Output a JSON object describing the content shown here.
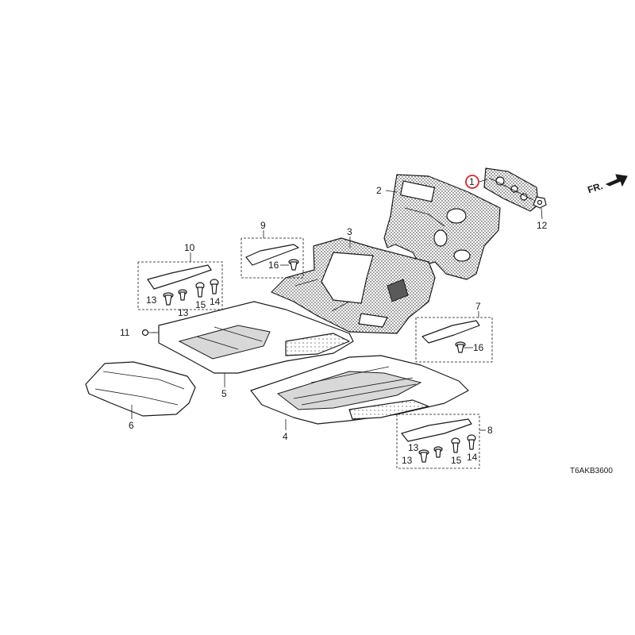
{
  "direction_label": "FR.",
  "diagram_code": "T6AKB3600",
  "highlight_color": "#d9262c",
  "callouts": {
    "c1": "1",
    "c2": "2",
    "c3": "3",
    "c4": "4",
    "c5": "5",
    "c6": "6",
    "c7": "7",
    "c8": "8",
    "c9": "9",
    "c10": "10",
    "c11": "11",
    "c12": "12",
    "c13a": "13",
    "c13b": "13",
    "c15a": "15",
    "c14a": "14",
    "c13c": "13",
    "c13d": "13",
    "c15b": "15",
    "c14b": "14",
    "c16a": "16",
    "c16b": "16"
  }
}
